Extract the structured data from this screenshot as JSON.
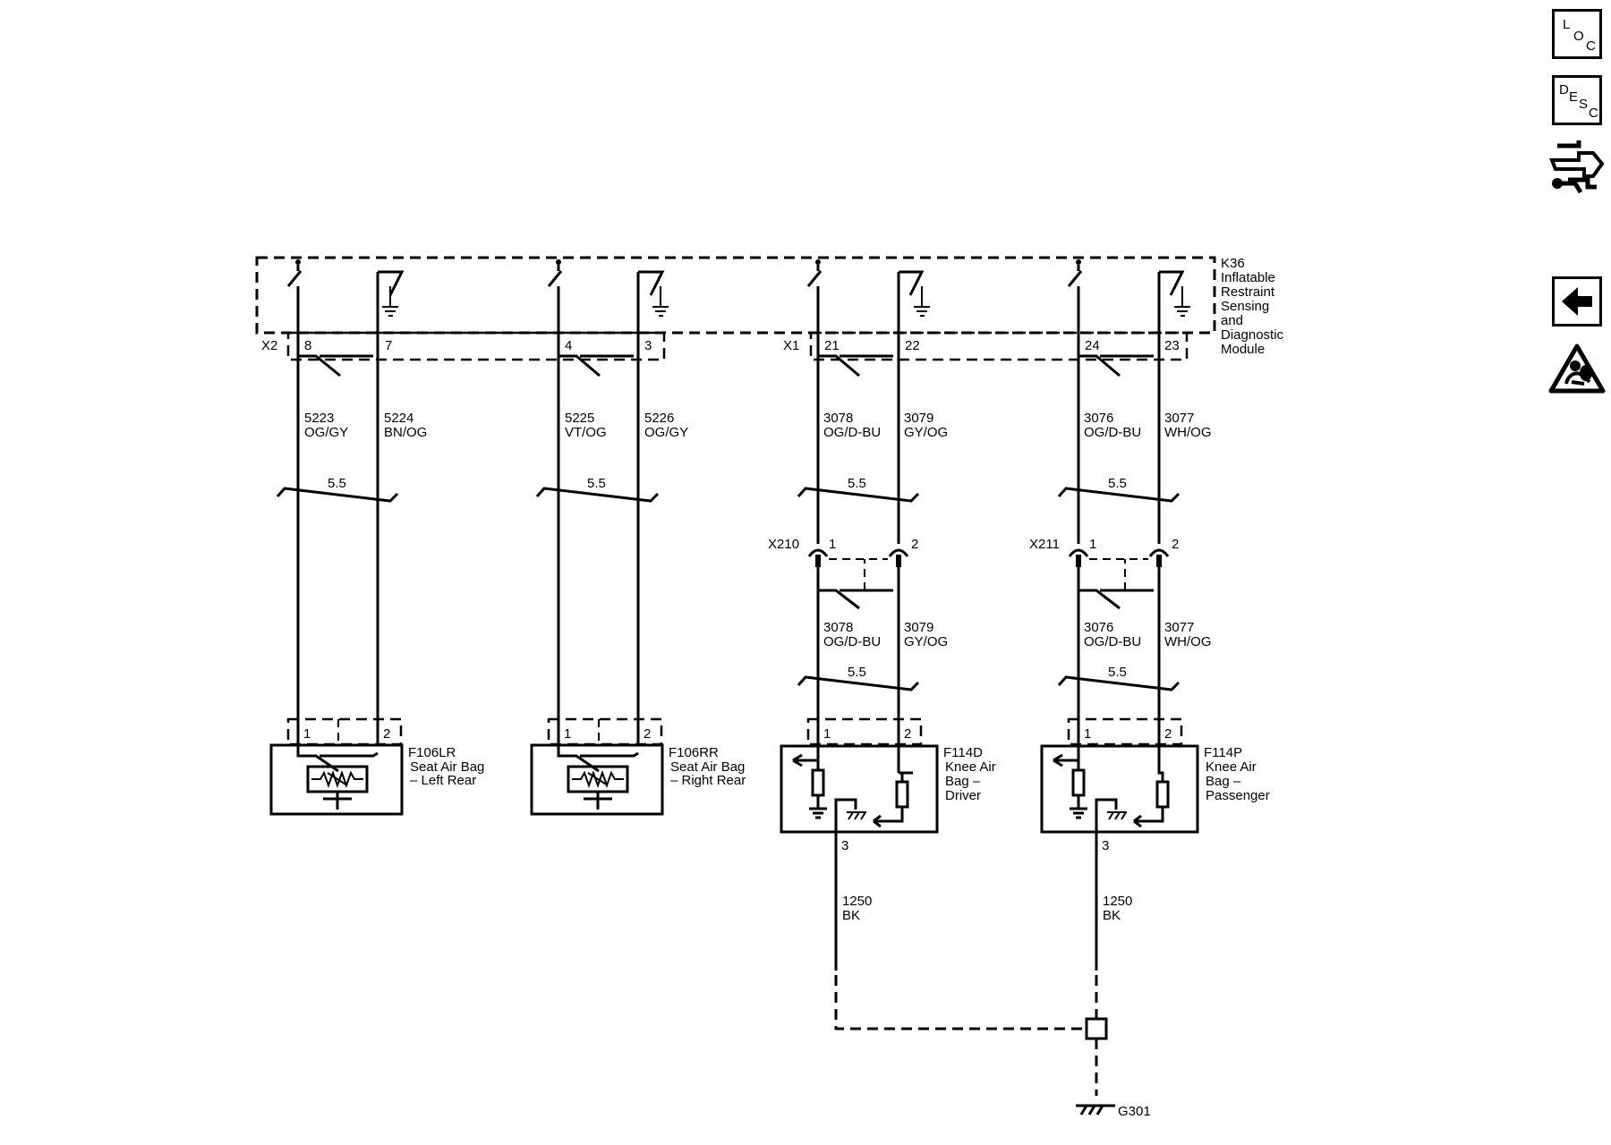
{
  "module": {
    "ref": "K36",
    "name_lines": [
      "Inflatable",
      "Restraint",
      "Sensing",
      "and",
      "Diagnostic",
      "Module"
    ],
    "connectors": [
      "X2",
      "X1"
    ]
  },
  "circuits": [
    {
      "id": "c1",
      "pin": "8",
      "num": "5223",
      "color": "OG/GY"
    },
    {
      "id": "c2",
      "pin": "7",
      "num": "5224",
      "color": "BN/OG"
    },
    {
      "id": "c3",
      "pin": "4",
      "num": "5225",
      "color": "VT/OG"
    },
    {
      "id": "c4",
      "pin": "3",
      "num": "5226",
      "color": "OG/GY"
    },
    {
      "id": "c5",
      "pin": "21",
      "num": "3078",
      "color": "OG/D-BU"
    },
    {
      "id": "c6",
      "pin": "22",
      "num": "3079",
      "color": "GY/OG"
    },
    {
      "id": "c7",
      "pin": "24",
      "num": "3076",
      "color": "OG/D-BU"
    },
    {
      "id": "c8",
      "pin": "23",
      "num": "3077",
      "color": "WH/OG"
    }
  ],
  "twist_label": "5.5",
  "inline_connectors": [
    {
      "ref": "X210",
      "pins": [
        "1",
        "2"
      ]
    },
    {
      "ref": "X211",
      "pins": [
        "1",
        "2"
      ]
    }
  ],
  "components": [
    {
      "ref": "F106LR",
      "desc_lines": [
        "Seat Air Bag",
        "– Left Rear"
      ],
      "pins": [
        "1",
        "2"
      ]
    },
    {
      "ref": "F106RR",
      "desc_lines": [
        "Seat Air Bag",
        "– Right Rear"
      ],
      "pins": [
        "1",
        "2"
      ]
    },
    {
      "ref": "F114D",
      "desc_lines": [
        "Knee Air",
        "Bag –",
        "Driver"
      ],
      "pins": [
        "1",
        "2",
        "3"
      ]
    },
    {
      "ref": "F114P",
      "desc_lines": [
        "Knee Air",
        "Bag –",
        "Passenger"
      ],
      "pins": [
        "1",
        "2",
        "3"
      ]
    }
  ],
  "ground_wires": [
    {
      "num": "1250",
      "color": "BK"
    },
    {
      "num": "1250",
      "color": "BK"
    }
  ],
  "ground": {
    "ref": "G301"
  },
  "sidebar": {
    "loc": {
      "letters": [
        "L",
        "O",
        "C"
      ]
    },
    "desc": {
      "letters": [
        "D",
        "E",
        "S",
        "C"
      ]
    },
    "icons": [
      "connector-end-view-icon",
      "back-arrow-icon",
      "airbag-warning-icon"
    ]
  }
}
